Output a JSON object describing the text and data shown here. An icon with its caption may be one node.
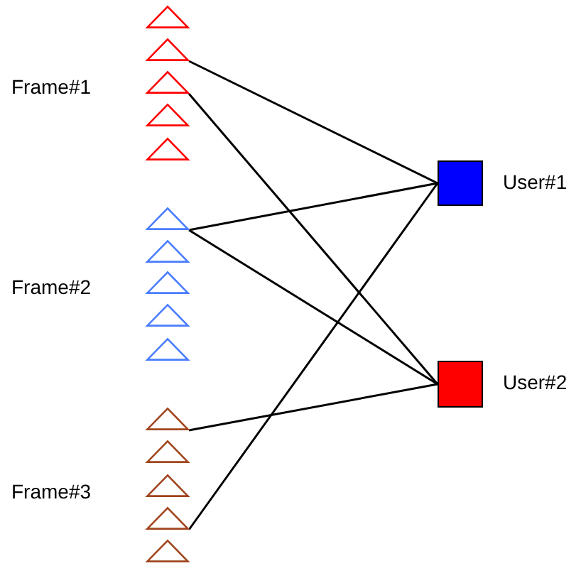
{
  "diagram": {
    "nodes": [
      {
        "text": [],
        "shape": "triangle"
      },
      {
        "text": [],
        "shape": "triangle"
      },
      {
        "text": [],
        "shape": "triangle"
      },
      {
        "text": [],
        "shape": "triangle"
      },
      {
        "text": [],
        "shape": "triangle"
      },
      {
        "text": [],
        "shape": "triangle"
      },
      {
        "text": [],
        "shape": "triangle"
      },
      {
        "text": [],
        "shape": "triangle"
      },
      {
        "text": [],
        "shape": "triangle"
      },
      {
        "text": [],
        "shape": "triangle"
      },
      {
        "text": [],
        "shape": "triangle"
      },
      {
        "text": [],
        "shape": "triangle"
      },
      {
        "text": [],
        "shape": "triangle"
      },
      {
        "text": [],
        "shape": "triangle"
      },
      {
        "text": [],
        "shape": "triangle"
      },
      {
        "text": [],
        "shape": "box",
        "beside": [
          "User#1"
        ]
      },
      {
        "text": [],
        "shape": "box",
        "beside": [
          "User#2"
        ]
      }
    ],
    "edges": [
      {
        "from": 1,
        "to": 15,
        "arrow": "none"
      },
      {
        "from": 2,
        "to": 16,
        "arrow": "none"
      },
      {
        "from": 5,
        "to": 15,
        "arrow": "none"
      },
      {
        "from": 5,
        "to": 16,
        "arrow": "none"
      },
      {
        "from": 10,
        "to": 16,
        "arrow": "none"
      },
      {
        "from": 13,
        "to": 15,
        "arrow": "none"
      }
    ],
    "labels": [
      "Frame#1",
      "Frame#2",
      "Frame#3"
    ]
  }
}
